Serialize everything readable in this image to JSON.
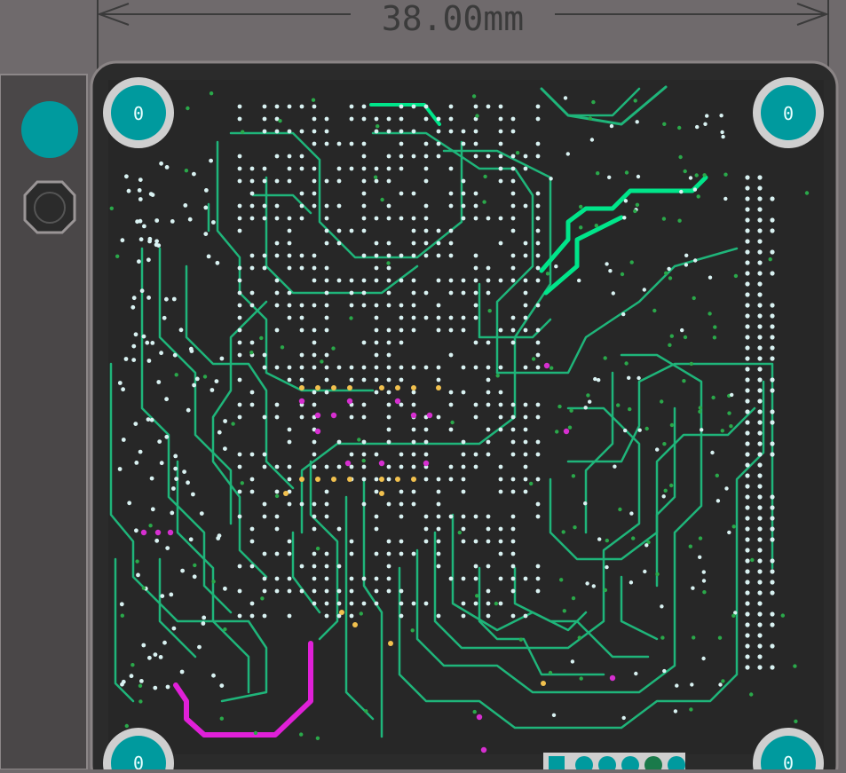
{
  "dimension": {
    "label": "38.00mm"
  },
  "mounting_holes": [
    {
      "label": "0"
    },
    {
      "label": "0"
    },
    {
      "label": "0"
    },
    {
      "label": "0"
    }
  ],
  "colors": {
    "workspace": "#6f6a6c",
    "board": "#2b2b2b",
    "track": "#1fb57a",
    "highlight_track": "#00e58a",
    "selected_net": "#e020d8",
    "via_light": "#d9f2f2",
    "via_green": "#2aa84a",
    "via_gold": "#f2c14e",
    "via_magenta": "#d62fd0",
    "pad_teal": "#009a9e",
    "dimension_line": "#3b3b3b"
  }
}
